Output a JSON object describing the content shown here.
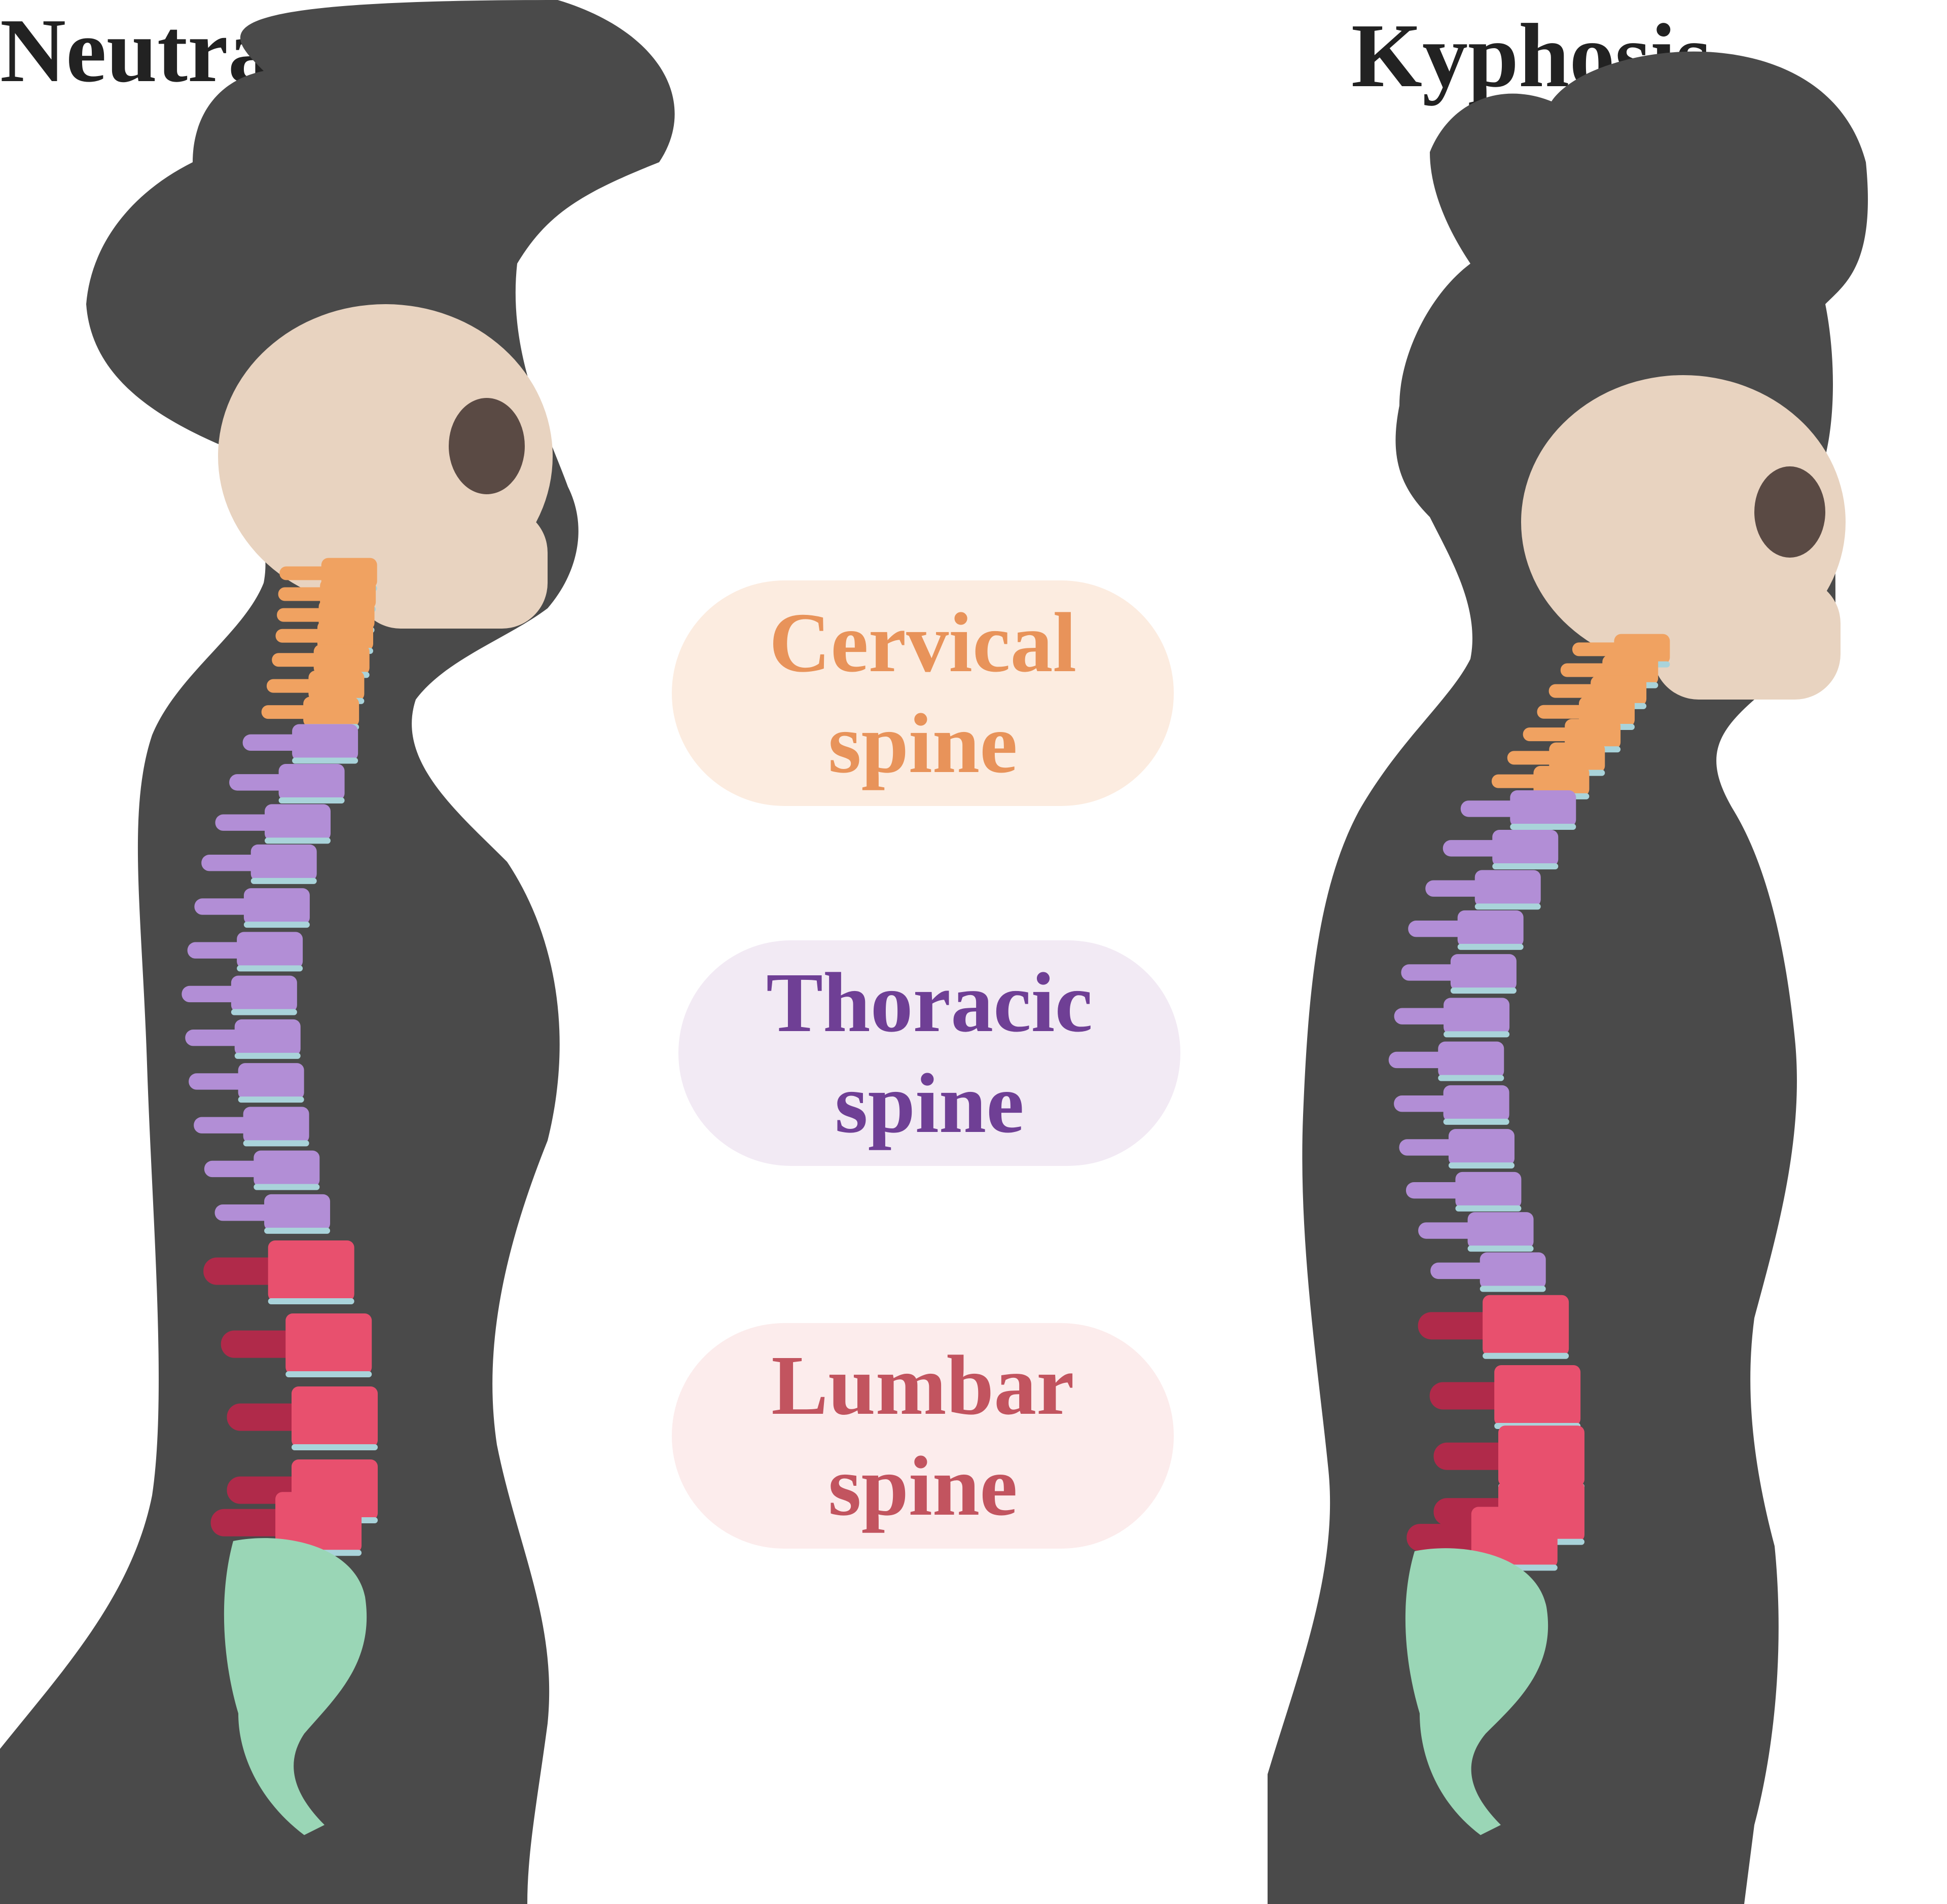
{
  "titles": {
    "left": "Neutral spine",
    "right": "Kyphosis"
  },
  "regions": [
    {
      "key": "cervical",
      "line1": "Cervical",
      "line2": "spine",
      "text_color": "#e8935a",
      "bg_color": "#fcece0",
      "bone_color": "#f0a261"
    },
    {
      "key": "thoracic",
      "line1": "Thoracic",
      "line2": "spine",
      "text_color": "#6f3f95",
      "bg_color": "#f2eaf4",
      "bone_color": "#b28ed6"
    },
    {
      "key": "lumbar",
      "line1": "Lumbar",
      "line2": "spine",
      "text_color": "#c2545f",
      "bg_color": "#fcecec",
      "bone_color": "#e8506e"
    }
  ],
  "colors": {
    "silhouette": "#4a4a4a",
    "skull": "#e8d3c0",
    "sacrum": "#9ad6b6",
    "disc": "#a9d3da",
    "lumbar_process": "#b02a4a"
  }
}
